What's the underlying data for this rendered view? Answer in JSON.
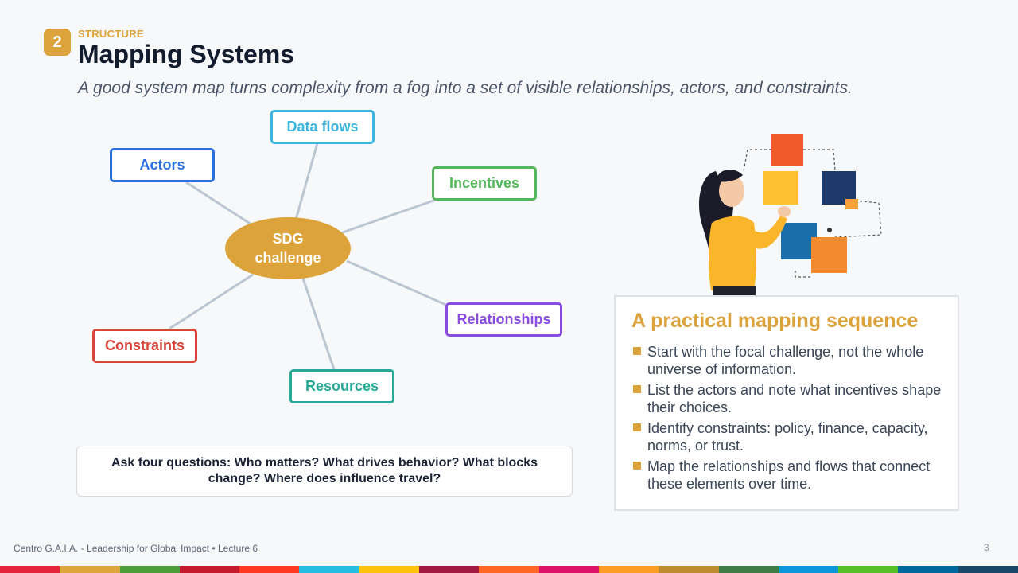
{
  "header": {
    "badge_number": "2",
    "kicker": "STRUCTURE",
    "title": "Mapping Systems",
    "subtitle": "A good system map turns complexity from a fog into a set of visible relationships, actors, and constraints."
  },
  "diagram": {
    "center": {
      "line1": "SDG",
      "line2": "challenge",
      "color": "#dca33a"
    },
    "nodes": [
      {
        "label": "Data flows",
        "color": "#3cb6dc"
      },
      {
        "label": "Actors",
        "color": "#2c6fe0"
      },
      {
        "label": "Incentives",
        "color": "#54b85a"
      },
      {
        "label": "Relationships",
        "color": "#8a4be0"
      },
      {
        "label": "Constraints",
        "color": "#d9453a"
      },
      {
        "label": "Resources",
        "color": "#2aa896"
      }
    ]
  },
  "question": "Ask four questions: Who matters? What drives behavior? What blocks change? Where does influence travel?",
  "card": {
    "title": "A practical mapping sequence",
    "items": [
      "Start with the focal challenge, not the whole universe of information.",
      "List the actors and note what incentives shape their choices.",
      "Identify constraints: policy, finance, capacity, norms, or trust.",
      "Map the relationships and flows that connect these elements over time."
    ]
  },
  "footer": {
    "text": "Centro G.A.I.A. - Leadership for Global Impact • Lecture 6",
    "page": "3"
  },
  "accent_color": "#dca33a",
  "stripe_colors": [
    "#e5243b",
    "#dda63a",
    "#4c9f38",
    "#c5192d",
    "#ff3a21",
    "#26bde2",
    "#fcc30b",
    "#a21942",
    "#fd6925",
    "#dd1367",
    "#fd9d24",
    "#bf8b2e",
    "#3f7e44",
    "#0a97d9",
    "#56c02b",
    "#00689d",
    "#19486a"
  ]
}
